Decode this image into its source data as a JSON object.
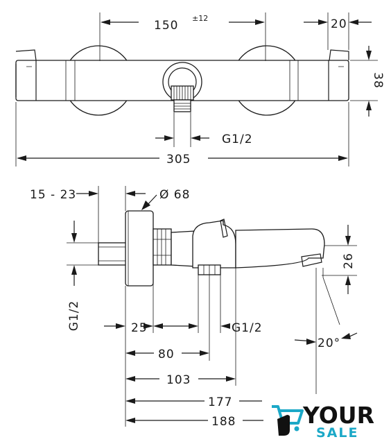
{
  "top_view": {
    "dim_width": "150",
    "dim_width_tol": "±12",
    "dim_side": "20",
    "dim_height": "38",
    "dim_outlet_thread": "G1/2",
    "dim_total": "305"
  },
  "side_view": {
    "dim_offset": "15 - 23",
    "dim_diameter": "Ø 68",
    "dim_inlet_thread": "G1/2",
    "dim_spout_drop": "26",
    "dim_a": "25",
    "dim_outlet_thread": "G1/2",
    "dim_angle": "20°",
    "dim_b": "80",
    "dim_c": "103",
    "dim_d": "177",
    "dim_e": "188"
  },
  "logo": {
    "word_top": "YOUR",
    "word_bottom": "SALE",
    "accent_color": "#1ba8c7",
    "icon": "shopping-cart-hand-icon"
  }
}
